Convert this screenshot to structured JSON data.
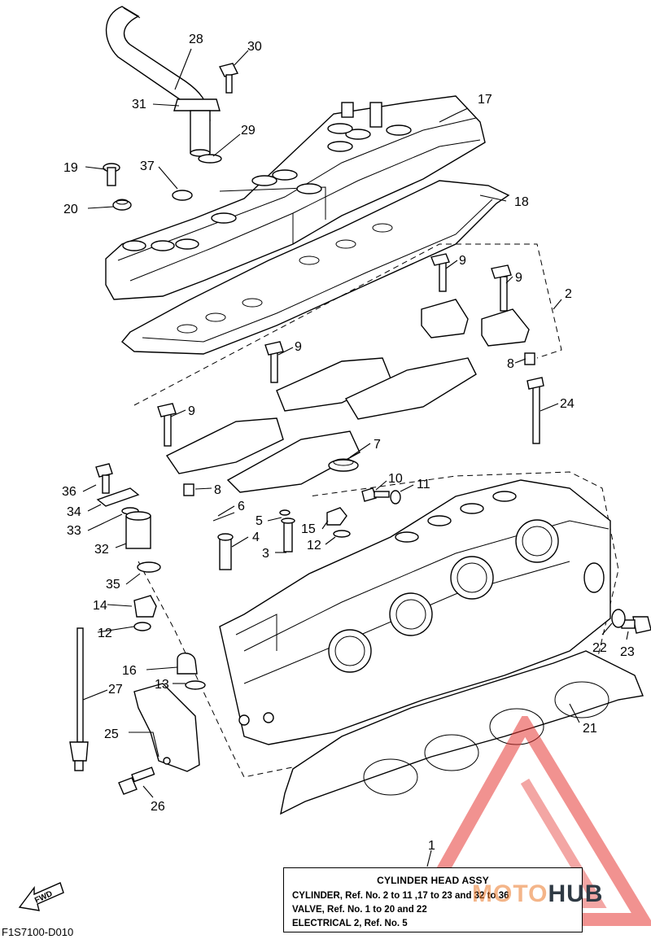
{
  "labels": {
    "l1": "1",
    "l2": "2",
    "l3": "3",
    "l4": "4",
    "l5": "5",
    "l6": "6",
    "l7": "7",
    "l8a": "8",
    "l8b": "8",
    "l9a": "9",
    "l9b": "9",
    "l9c": "9",
    "l9d": "9",
    "l10": "10",
    "l11": "11",
    "l12a": "12",
    "l12b": "12",
    "l13": "13",
    "l14": "14",
    "l15": "15",
    "l16": "16",
    "l17": "17",
    "l18": "18",
    "l19": "19",
    "l20": "20",
    "l21": "21",
    "l22": "22",
    "l23": "23",
    "l24": "24",
    "l25": "25",
    "l26": "26",
    "l27": "27",
    "l28": "28",
    "l29": "29",
    "l30": "30",
    "l31": "31",
    "l32": "32",
    "l33": "33",
    "l34": "34",
    "l35": "35",
    "l36": "36",
    "l37": "37"
  },
  "info_box": {
    "title": "CYLINDER HEAD ASSY",
    "line1": "CYLINDER, Ref. No. 2 to 11 ,17 to 23 and 32 to 36",
    "line2": "VALVE, Ref. No. 1 to 20 and 22",
    "line3": "ELECTRICAL 2, Ref. No. 5"
  },
  "fwd_label": "FWD",
  "doc_code": "F1S7100-D010",
  "watermark": {
    "part1": "MOTO",
    "part2": "HUB",
    "color": "#e53935"
  }
}
